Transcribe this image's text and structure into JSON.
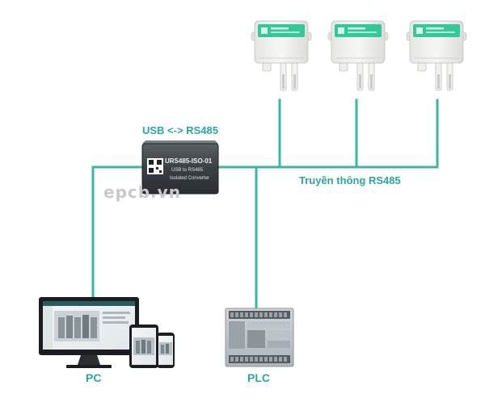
{
  "labels": {
    "usb_rs485": "USB <-> RS485",
    "rs485_comm": "Truyền thông RS485",
    "pc": "PC",
    "plc": "PLC"
  },
  "watermark": "epcb.vn",
  "converter": {
    "model": "URS485-ISO-01",
    "line2": "USB to RS485",
    "line3": "Isolated Converter"
  },
  "colors": {
    "line": "#36b8a4",
    "label": "#2aa89a",
    "sensor_label": "#35c79a",
    "converter_body": "#3a3f44"
  }
}
